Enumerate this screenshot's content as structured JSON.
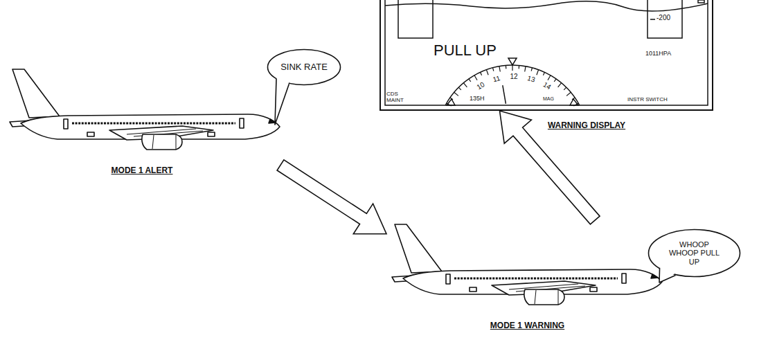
{
  "diagram": {
    "nodes": [
      {
        "text": [
          "MODE 1 ALERT"
        ]
      },
      {
        "text": [
          "SINK RATE"
        ]
      },
      {
        "text": [
          "PULL UP",
          "-200",
          "1011HPA",
          "10",
          "11",
          "12",
          "13",
          "14",
          "CDS MAINT",
          "135H",
          "MAG",
          "INSTR SWITCH",
          "WARNING DISPLAY"
        ]
      },
      {
        "text": [
          "MODE 1 WARNING"
        ]
      },
      {
        "text": [
          "WHOOP WHOOP PULL UP"
        ]
      }
    ],
    "edges": [
      {
        "from": 0,
        "to": 3,
        "arrow": "to"
      },
      {
        "from": 3,
        "to": 2,
        "arrow": "to"
      }
    ]
  }
}
